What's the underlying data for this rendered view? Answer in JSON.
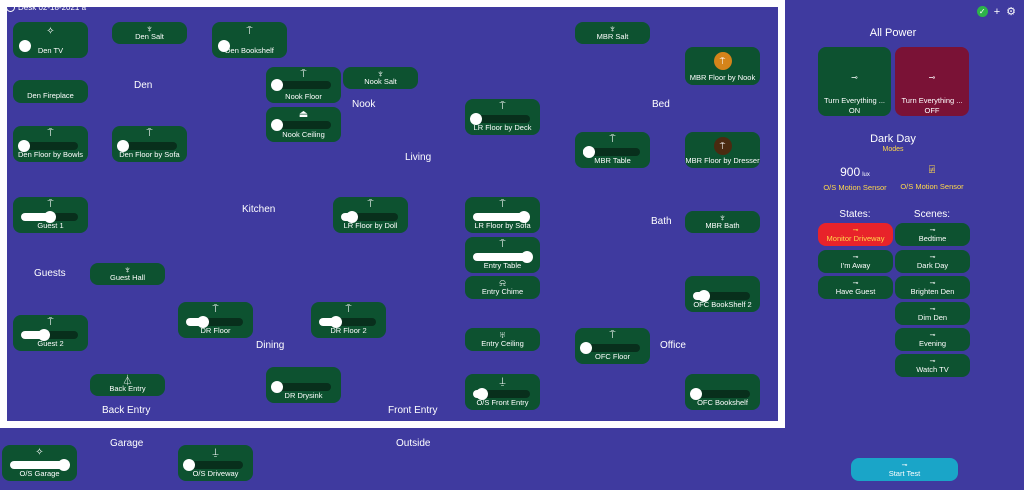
{
  "header": {
    "title": "Desk 02-18-2021 a"
  },
  "rooms": {
    "den": "Den",
    "nook": "Nook",
    "bed": "Bed",
    "living": "Living",
    "kitchen": "Kitchen",
    "bath": "Bath",
    "guests": "Guests",
    "dining": "Dining",
    "office": "Office",
    "back_entry": "Back Entry",
    "front_entry": "Front Entry",
    "garage": "Garage",
    "outside": "Outside"
  },
  "devices": {
    "den_tv": {
      "label": "Den TV",
      "icon": "bulb-icon"
    },
    "den_salt": {
      "label": "Den Salt",
      "icon": "salt-lamp-icon"
    },
    "den_bookshelf": {
      "label": "Den Bookshelf",
      "icon": "lamp-icon"
    },
    "den_fireplace": {
      "label": "Den Fireplace"
    },
    "den_floor_bowls": {
      "label": "Den Floor by Bowls",
      "icon": "lamp-icon",
      "level": 0.05
    },
    "den_floor_sofa": {
      "label": "Den Floor by Sofa",
      "icon": "lamp-icon",
      "level": 0.05
    },
    "nook_floor": {
      "label": "Nook Floor",
      "icon": "lamp-icon",
      "level": 0.05
    },
    "nook_salt": {
      "label": "Nook Salt",
      "icon": "salt-lamp-icon"
    },
    "nook_ceiling": {
      "label": "Nook Ceiling",
      "icon": "ceiling-light-icon",
      "level": 0.05
    },
    "mbr_salt": {
      "label": "MBR Salt",
      "icon": "salt-lamp-icon"
    },
    "mbr_floor_nook": {
      "label": "MBR Floor by Nook",
      "icon": "lamp-icon"
    },
    "mbr_table": {
      "label": "MBR Table",
      "icon": "lamp-icon",
      "level": 0.1
    },
    "mbr_floor_dresser": {
      "label": "MBR Floor by Dresser",
      "icon": "lamp-icon"
    },
    "lr_floor_deck": {
      "label": "LR Floor by Deck",
      "icon": "lamp-icon",
      "level": 0.05
    },
    "guest1": {
      "label": "Guest 1",
      "icon": "lamp-icon",
      "level": 0.5
    },
    "lr_floor_doll": {
      "label": "LR Floor by Doll",
      "icon": "lamp-icon",
      "level": 0.2
    },
    "lr_floor_sofa": {
      "label": "LR Floor by Sofa",
      "icon": "lamp-icon",
      "level": 0.9
    },
    "mbr_bath": {
      "label": "MBR Bath",
      "icon": "salt-lamp-icon"
    },
    "entry_table": {
      "label": "Entry Table",
      "icon": "lamp-icon",
      "level": 0.95
    },
    "guest_hall": {
      "label": "Guest Hall",
      "icon": "salt-lamp-icon"
    },
    "entry_chime": {
      "label": "Entry Chime",
      "icon": "bell-icon"
    },
    "ofc_bookshelf2": {
      "label": "OFC BookShelf 2",
      "icon": "lamp-icon",
      "level": 0.2
    },
    "dr_floor": {
      "label": "DR Floor",
      "icon": "lamp-icon",
      "level": 0.3
    },
    "dr_floor2": {
      "label": "DR Floor 2",
      "icon": "lamp-icon",
      "level": 0.3
    },
    "guest2": {
      "label": "Guest 2",
      "icon": "lamp-icon",
      "level": 0.4
    },
    "entry_ceiling": {
      "label": "Entry Ceiling",
      "icon": "chandelier-icon"
    },
    "ofc_floor": {
      "label": "OFC Floor",
      "icon": "lamp-icon",
      "level": 0.05
    },
    "dr_drysink": {
      "label": "DR Drysink",
      "icon": "lamp-icon",
      "level": 0.05
    },
    "back_entry": {
      "label": "Back Entry",
      "icon": "porch-light-icon"
    },
    "os_front_entry": {
      "label": "O/S Front Entry",
      "icon": "lantern-icon",
      "level": 0.15
    },
    "ofc_bookshelf": {
      "label": "OFC Bookshelf",
      "icon": "lamp-icon",
      "level": 0.05
    },
    "os_garage": {
      "label": "O/S Garage",
      "icon": "bulb-icon",
      "level": 0.95
    },
    "os_driveway": {
      "label": "O/S Driveway",
      "icon": "lantern-icon",
      "level": 0.05
    }
  },
  "sidebar": {
    "all_power": "All Power",
    "on_btn": {
      "label": "Turn Everything ...",
      "state": "ON"
    },
    "off_btn": {
      "label": "Turn Everything ...",
      "state": "OFF"
    },
    "mode_name": "Dark Day",
    "mode_sub": "Modes",
    "sensor1": {
      "value": "900",
      "unit": "lux",
      "label": "O/S Motion Sensor"
    },
    "sensor2": {
      "label": "O/S Motion Sensor"
    },
    "states_title": "States:",
    "scenes_title": "Scenes:",
    "states": [
      "Monitor Driveway",
      "I'm Away",
      "Have Guest"
    ],
    "scenes": [
      "Bedtime",
      "Dark Day",
      "Brighten Den",
      "Dim Den",
      "Evening",
      "Watch TV"
    ],
    "start_test": "Start Test"
  },
  "colors": {
    "background": "#3f3a9f",
    "tile": "#0d5230",
    "on_button": "#0d5230",
    "off_button": "#7a1236",
    "alert": "#e8232a",
    "accent": "#1aa5c8",
    "mode_text": "#ffd84a"
  }
}
